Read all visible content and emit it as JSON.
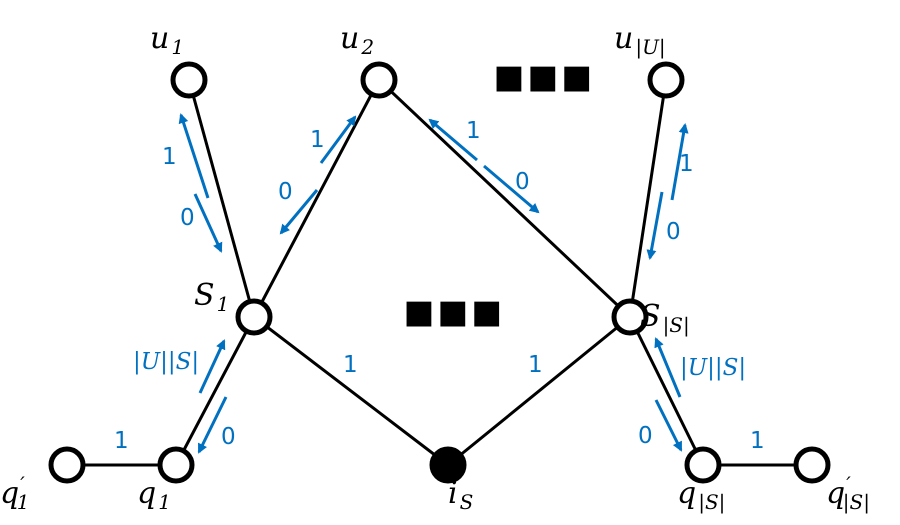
{
  "nodes": {
    "u1": {
      "base": "u",
      "sub": "1",
      "filled": false
    },
    "u2": {
      "base": "u",
      "sub": "2",
      "filled": false
    },
    "uU": {
      "base": "u",
      "sub": "|U|",
      "filled": false
    },
    "S1": {
      "base": "S",
      "sub": "1",
      "filled": false
    },
    "SS": {
      "base": "S",
      "sub": "|S|",
      "filled": false
    },
    "q1p": {
      "base": "q",
      "prime": "′",
      "sub": "1",
      "filled": false
    },
    "q1": {
      "base": "q",
      "sub": "1",
      "filled": false
    },
    "iS": {
      "base": "i",
      "sub": "S",
      "filled": true
    },
    "qS": {
      "base": "q",
      "sub": "|S|",
      "filled": false
    },
    "qSp": {
      "base": "q",
      "prime": "′",
      "sub": "|S|",
      "filled": false
    }
  },
  "ellipses": {
    "top": "▪▪▪",
    "middle": "▪▪▪"
  },
  "weights": {
    "u1_up": "1",
    "u1_down": "0",
    "u2_up": "1",
    "u2_down": "0",
    "u2_right_up": "1",
    "u2_right_down": "0",
    "uU_up": "1",
    "uU_down": "0",
    "S1_iS": "1",
    "SS_iS": "1",
    "q1_up": "|U||S|",
    "q1_down": "0",
    "qS_up": "|U||S|",
    "qS_down": "0",
    "q1p_q1": "1",
    "qS_qSp": "1"
  },
  "colors": {
    "arrow": "#0070c0",
    "edge": "#000000"
  }
}
